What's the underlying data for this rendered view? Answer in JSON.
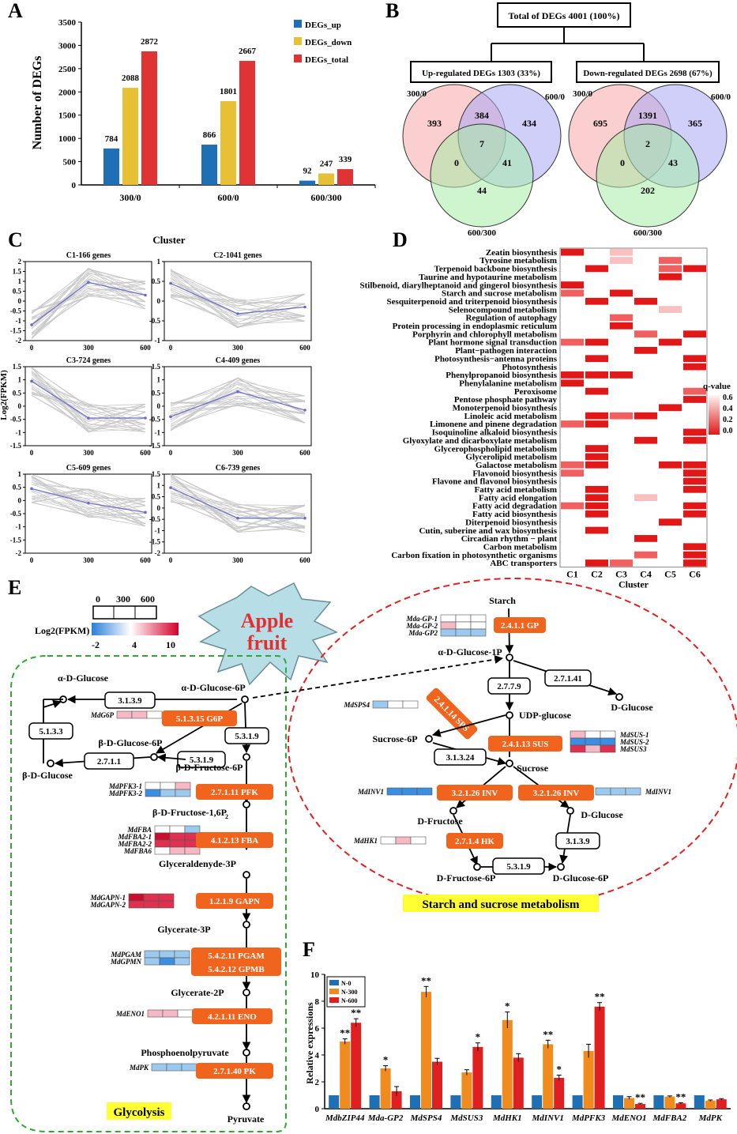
{
  "panels": {
    "a": "A",
    "b": "B",
    "c": "C",
    "d": "D",
    "e": "E",
    "f": "F"
  },
  "chart_data": [
    {
      "id": "A",
      "type": "bar",
      "ylabel": "Number of DEGs",
      "ylim": [
        0,
        3500
      ],
      "yticks": [
        0,
        500,
        1000,
        1500,
        2000,
        2500,
        3000,
        3500
      ],
      "categories": [
        "300/0",
        "600/0",
        "600/300"
      ],
      "series": [
        {
          "name": "DEGs_up",
          "color": "#1f6fb4",
          "values": [
            784,
            866,
            92
          ]
        },
        {
          "name": "DEGs_down",
          "color": "#e8c035",
          "values": [
            2088,
            1801,
            247
          ]
        },
        {
          "name": "DEGs_total",
          "color": "#e03434",
          "values": [
            2872,
            2667,
            339
          ]
        }
      ]
    },
    {
      "id": "B",
      "type": "venn",
      "total": "Total of DEGs 4001 (100%)",
      "up": {
        "title": "Up-regulated DEGs 1303 (33%)",
        "labels": [
          "300/0",
          "600/0",
          "600/300"
        ],
        "regions": {
          "a": "393",
          "ab": "384",
          "b": "434",
          "abc": "7",
          "ac": "0",
          "bc": "41",
          "c": "44"
        }
      },
      "down": {
        "title": "Down-regulated DEGs 2698 (67%)",
        "labels": [
          "300/0",
          "600/0",
          "600/300"
        ],
        "regions": {
          "a": "695",
          "ab": "1391",
          "b": "365",
          "abc": "2",
          "ac": "0",
          "bc": "43",
          "c": "202"
        }
      }
    },
    {
      "id": "C",
      "type": "line",
      "title": "Cluster",
      "ylabel": "Log2(FPKM)",
      "x": [
        0,
        300,
        600
      ],
      "clusters": [
        {
          "name": "C1-166 genes",
          "mean": [
            -1.2,
            0.95,
            0.3
          ],
          "ylim": [
            -2,
            2
          ],
          "yticks": [
            -2,
            -1.5,
            -1,
            -0.5,
            0,
            0.5,
            1,
            1.5,
            2
          ]
        },
        {
          "name": "C2-1041 genes",
          "mean": [
            0.45,
            -0.32,
            -0.15
          ],
          "ylim": [
            -1,
            1
          ],
          "yticks": [
            -1,
            -0.5,
            0,
            0.5,
            1
          ]
        },
        {
          "name": "C3-724 genes",
          "mean": [
            0.95,
            -0.45,
            -0.45
          ],
          "ylim": [
            -1.5,
            1.5
          ],
          "yticks": [
            -1.5,
            -1,
            -0.5,
            0,
            0.5,
            1,
            1.5
          ]
        },
        {
          "name": "C4-409 genes",
          "mean": [
            -0.4,
            0.55,
            -0.15
          ],
          "ylim": [
            -1.5,
            1.5
          ],
          "yticks": [
            -1.5,
            -1,
            -0.5,
            0,
            0.5,
            1,
            1.5
          ]
        },
        {
          "name": "C5-609 genes",
          "mean": [
            0.45,
            -0.1,
            -0.45
          ],
          "ylim": [
            -2,
            1
          ],
          "yticks": [
            -2,
            -1.5,
            -1,
            -0.5,
            0,
            0.5,
            1
          ]
        },
        {
          "name": "C6-739 genes",
          "mean": [
            0.9,
            -0.45,
            -0.45
          ],
          "ylim": [
            -2,
            1.5
          ],
          "yticks": [
            -2,
            -1.5,
            -1,
            -0.5,
            0,
            0.5,
            1,
            1.5
          ]
        }
      ]
    },
    {
      "id": "D",
      "type": "heatmap",
      "xlabel": "Cluster",
      "columns": [
        "C1",
        "C2",
        "C3",
        "C4",
        "C5",
        "C6"
      ],
      "legend": {
        "title": "q-value",
        "ticks": [
          "0.6",
          "0.4",
          "0.2",
          "0.0"
        ]
      },
      "rows": [
        {
          "name": "Zeatin biosynthesis",
          "cells": [
            "r",
            "",
            "p",
            "",
            "",
            ""
          ]
        },
        {
          "name": "Tyrosine metabolism",
          "cells": [
            "",
            "",
            "p",
            "",
            "m",
            ""
          ]
        },
        {
          "name": "Terpenoid backbone biosynthesis",
          "cells": [
            "",
            "r",
            "",
            "",
            "m",
            "r"
          ]
        },
        {
          "name": "Taurine and hypotaurine metabolism",
          "cells": [
            "",
            "",
            "",
            "",
            "r",
            ""
          ]
        },
        {
          "name": "Stilbenoid, diarylheptanoid and gingerol biosynthesis",
          "cells": [
            "r",
            "",
            "",
            "",
            "",
            ""
          ]
        },
        {
          "name": "Starch and sucrose metabolism",
          "cells": [
            "m",
            "",
            "r",
            "",
            "",
            ""
          ]
        },
        {
          "name": "Sesquiterpenoid and triterpenoid biosynthesis",
          "cells": [
            "",
            "r",
            "",
            "r",
            "",
            ""
          ]
        },
        {
          "name": "Selenocompound metabolism",
          "cells": [
            "",
            "",
            "",
            "",
            "p",
            ""
          ]
        },
        {
          "name": "Regulation of autophagy",
          "cells": [
            "",
            "",
            "m",
            "",
            "",
            ""
          ]
        },
        {
          "name": "Protein processing in endoplasmic reticulum",
          "cells": [
            "",
            "",
            "r",
            "",
            "",
            ""
          ]
        },
        {
          "name": "Porphyrin and chlorophyll metabolism",
          "cells": [
            "",
            "",
            "",
            "m",
            "",
            "r"
          ]
        },
        {
          "name": "Plant hormone signal transduction",
          "cells": [
            "m",
            "r",
            "",
            "",
            "r",
            ""
          ]
        },
        {
          "name": "Plant−pathogen interaction",
          "cells": [
            "",
            "",
            "",
            "r",
            "",
            ""
          ]
        },
        {
          "name": "Photosynthesis−antenna proteins",
          "cells": [
            "",
            "r",
            "",
            "",
            "",
            "r"
          ]
        },
        {
          "name": "Photosynthesis",
          "cells": [
            "",
            "",
            "",
            "",
            "",
            "r"
          ]
        },
        {
          "name": "Phenylpropanoid biosynthesis",
          "cells": [
            "r",
            "r",
            "r",
            "",
            "",
            ""
          ]
        },
        {
          "name": "Phenylalanine metabolism",
          "cells": [
            "r",
            "",
            "",
            "",
            "",
            ""
          ]
        },
        {
          "name": "Peroxisome",
          "cells": [
            "",
            "r",
            "",
            "",
            "",
            "m"
          ]
        },
        {
          "name": "Pentose phosphate pathway",
          "cells": [
            "",
            "",
            "",
            "",
            "",
            "r"
          ]
        },
        {
          "name": "Monoterpenoid biosynthesis",
          "cells": [
            "",
            "",
            "",
            "",
            "r",
            ""
          ]
        },
        {
          "name": "Linoleic acid metabolism",
          "cells": [
            "",
            "r",
            "m",
            "r",
            "",
            ""
          ]
        },
        {
          "name": "Limonene and pinene degradation",
          "cells": [
            "m",
            "r",
            "",
            "",
            "",
            ""
          ]
        },
        {
          "name": "Isoquinoline alkaloid biosynthesis",
          "cells": [
            "",
            "",
            "",
            "",
            "",
            "r"
          ]
        },
        {
          "name": "Glyoxylate and dicarboxylate metabolism",
          "cells": [
            "",
            "",
            "",
            "r",
            "",
            "r"
          ]
        },
        {
          "name": "Glycerophospholipid metabolism",
          "cells": [
            "",
            "r",
            "",
            "",
            "",
            ""
          ]
        },
        {
          "name": "Glycerolipid metabolism",
          "cells": [
            "",
            "r",
            "",
            "",
            "",
            ""
          ]
        },
        {
          "name": "Galactose metabolism",
          "cells": [
            "m",
            "r",
            "",
            "",
            "r",
            "r"
          ]
        },
        {
          "name": "Flavonoid biosynthesis",
          "cells": [
            "m",
            "",
            "",
            "",
            "",
            "r"
          ]
        },
        {
          "name": "Flavone and flavonol biosynthesis",
          "cells": [
            "",
            "",
            "",
            "",
            "",
            "r"
          ]
        },
        {
          "name": "Fatty acid metabolism",
          "cells": [
            "",
            "r",
            "",
            "",
            "",
            "r"
          ]
        },
        {
          "name": "Fatty acid elongation",
          "cells": [
            "",
            "r",
            "",
            "p",
            "",
            ""
          ]
        },
        {
          "name": "Fatty acid degradation",
          "cells": [
            "m",
            "r",
            "",
            "",
            "",
            "r"
          ]
        },
        {
          "name": "Fatty acid biosynthesis",
          "cells": [
            "",
            "r",
            "",
            "",
            "",
            "r"
          ]
        },
        {
          "name": "Diterpenoid biosynthesis",
          "cells": [
            "",
            "",
            "",
            "",
            "r",
            ""
          ]
        },
        {
          "name": "Cutin, suberine and wax biosynthesis",
          "cells": [
            "",
            "r",
            "",
            "",
            "",
            ""
          ]
        },
        {
          "name": "Circadian rhythm − plant",
          "cells": [
            "",
            "",
            "",
            "r",
            "",
            ""
          ]
        },
        {
          "name": "Carbon metabolism",
          "cells": [
            "",
            "",
            "",
            "",
            "",
            "r"
          ]
        },
        {
          "name": "Carbon fixation in photosynthetic organisms",
          "cells": [
            "",
            "",
            "",
            "m",
            "",
            "r"
          ]
        },
        {
          "name": "ABC transporters",
          "cells": [
            "",
            "r",
            "m",
            "",
            "",
            "r"
          ]
        }
      ]
    },
    {
      "id": "E",
      "type": "pathway",
      "legend": {
        "ticks": [
          "0",
          "300",
          "600"
        ],
        "label": "Log2(FPKM)",
        "scale": [
          "-2",
          "4",
          "10"
        ]
      },
      "fruit": "Apple fruit",
      "glycolysis_label": "Glycolysis",
      "starch_label": "Starch and sucrose metabolism",
      "metabolites": {
        "aglc": "α-D-Glucose",
        "aglc6p": "α-D-Glucose-6P",
        "bglc6p": "β-D-Glucose-6P",
        "bglc": "β-D-Glucose",
        "bfru6p": "β-D-Fructose-6P",
        "bfru16p": "β-D-Fructose-1,6P",
        "g3p": "Glyceraldenyde-3P",
        "glycerate3p": "Glycerate-3P",
        "glycerate2p": "Glycerate-2P",
        "pep": "Phosphoenolpyruvate",
        "pyruvate": "Pyruvate",
        "starch": "Starch",
        "aglc1p": "α-D-Glucose-1P",
        "dglucose1": "D-Glucose",
        "udpglc": "UDP-glucose",
        "suc6p": "Sucrose-6P",
        "sucrose": "Sucrose",
        "dfru": "D-Fructose",
        "dglucose2": "D-Glucose",
        "dfru6p": "D-Fructose-6P",
        "dglc6p": "D-Glucose-6P"
      },
      "enzymes": {
        "e3139a": "3.1.3.9",
        "e5133": "5.1.3.3",
        "e2711": "2.7.1.1",
        "e5319a": "5.3.1.9",
        "e5319b": "5.3.1.9",
        "e2779": "2.7.7.9",
        "e27141": "2.7.1.41",
        "e31324": "3.1.3.24",
        "e3139b": "3.1.3.9",
        "e5319c": "5.3.1.9",
        "g6p": "5.1.3.15  G6P",
        "pfk": "2.7.1.11  PFK",
        "fba": "4.1.2.13  FBA",
        "gapn": "1.2.1.9  GAPN",
        "pgam": "5.4.2.11  PGAM",
        "gpmb": "5.4.2.12  GPMB",
        "eno": "4.2.1.11  ENO",
        "pk": "2.7.1.40  PK",
        "gp": "2.4.1.1  GP",
        "sps": "2.4.1.14  SPS",
        "sus": "2.4.1.13  SUS",
        "inv1": "3.2.1.26  INV",
        "inv2": "3.2.1.26  INV",
        "hk": "2.7.1.4  HK"
      },
      "genes": {
        "mdg6p": "MdG6P",
        "mdpfk31": "MdPFK3-1",
        "mdpfk32": "MdPFK3-2",
        "mdfba": "MdFBA",
        "mdfba21": "MdFBA2-1",
        "mdfba22": "MdFBA2-2",
        "mdfba6": "MdFBA6",
        "mdgapn1": "MdGAPN-1",
        "mdgapn2": "MdGAPN-2",
        "mdpgam": "MdPGAM",
        "mdgpmn": "MdGPMN",
        "mdeno1": "MdENO1",
        "mdpk": "MdPK",
        "mdagp1": "Mda-GP-1",
        "mdagp2": "Mda-GP-2",
        "mdagp2b": "Mda-GP2",
        "mdsps4": "MdSPS4",
        "mdsus1": "MdSUS-1",
        "mdsus2": "MdSUS-2",
        "mdsus3": "MdSUS3",
        "mdinv1a": "MdINV1",
        "mdinv1b": "MdINV1",
        "mdhk1": "MdHK1"
      }
    },
    {
      "id": "F",
      "type": "bar",
      "ylabel": "Relative expressions",
      "ylim": [
        0,
        10
      ],
      "yticks": [
        0,
        2,
        4,
        6,
        8,
        10
      ],
      "categories": [
        "MdbZIP44",
        "Mda-GP2",
        "MdSPS4",
        "MdSUS3",
        "MdHK1",
        "MdINV1",
        "MdPFK3",
        "MdENO1",
        "MdFBA2",
        "MdPK"
      ],
      "series": [
        {
          "name": "N-0",
          "color": "#1f6fb4",
          "values": [
            1,
            1,
            1,
            1,
            1,
            1,
            1,
            1,
            1,
            1
          ]
        },
        {
          "name": "N-300",
          "color": "#f08c1e",
          "values": [
            5.0,
            3.0,
            8.7,
            2.7,
            6.6,
            4.8,
            4.3,
            0.8,
            0.9,
            0.6
          ]
        },
        {
          "name": "N-600",
          "color": "#e02020",
          "values": [
            6.4,
            1.3,
            3.5,
            4.6,
            3.8,
            2.3,
            7.6,
            0.35,
            0.4,
            0.7
          ]
        }
      ],
      "errors": {
        "N-300": [
          0.2,
          0.2,
          0.4,
          0.2,
          0.6,
          0.3,
          0.5,
          0.1,
          0.05,
          0.05
        ],
        "N-600": [
          0.3,
          0.35,
          0.25,
          0.3,
          0.3,
          0.2,
          0.3,
          0.05,
          0.05,
          0.05
        ]
      },
      "significance": {
        "N-300": [
          "**",
          "*",
          "**",
          "",
          "*",
          "**",
          "",
          "",
          "",
          ""
        ],
        "N-600": [
          "**",
          "",
          "",
          "*",
          "",
          "*",
          "**",
          "**",
          "**",
          ""
        ]
      }
    }
  ]
}
